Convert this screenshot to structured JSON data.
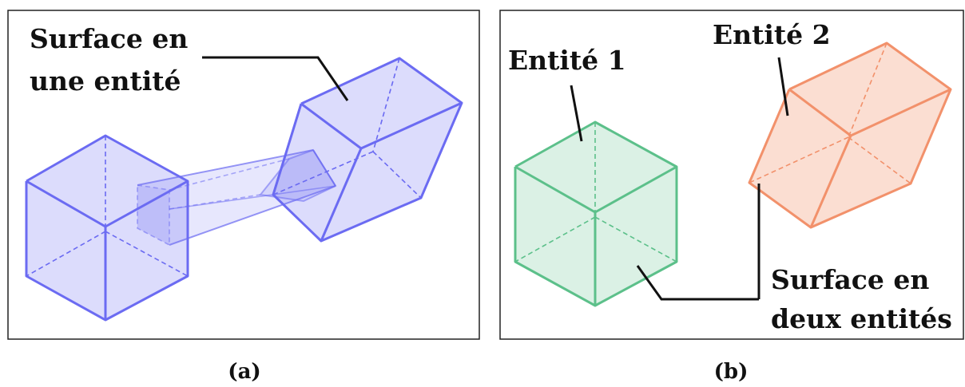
{
  "panel_a": {
    "label_line1": "Surface en",
    "label_line2": "une entité",
    "caption": "(a)",
    "color": "#6b6bf2"
  },
  "panel_b": {
    "entity1_label": "Entité 1",
    "entity2_label": "Entité 2",
    "label_line1": "Surface en",
    "label_line2": "deux entités",
    "caption": "(b)",
    "entity1_color": "#5cc08a",
    "entity2_color": "#f2916b"
  }
}
